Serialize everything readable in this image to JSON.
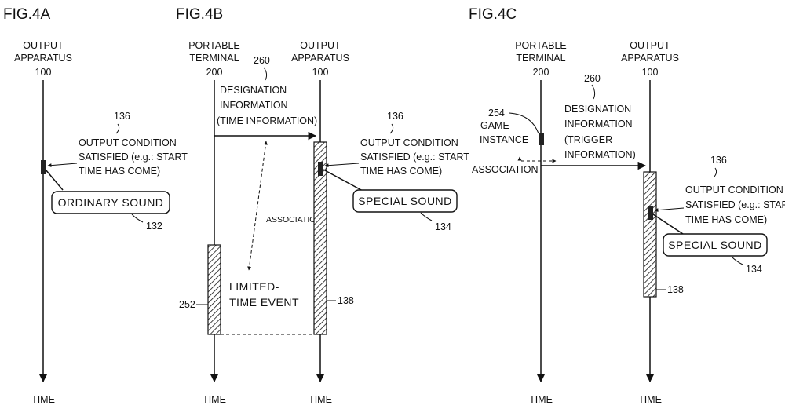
{
  "fig4a": {
    "title": "FIG.4A",
    "output_apparatus": {
      "line1": "OUTPUT",
      "line2": "APPARATUS",
      "ref": "100"
    },
    "condition_ref": "136",
    "condition": {
      "line1": "OUTPUT CONDITION",
      "line2": "SATISFIED (e.g.: START",
      "line3": "TIME HAS COME)"
    },
    "sound_box": "ORDINARY SOUND",
    "sound_ref": "132",
    "time": "TIME"
  },
  "fig4b": {
    "title": "FIG.4B",
    "portable_terminal": {
      "line1": "PORTABLE",
      "line2": "TERMINAL",
      "ref": "200"
    },
    "output_apparatus": {
      "line1": "OUTPUT",
      "line2": "APPARATUS",
      "ref": "100"
    },
    "designation_ref": "260",
    "designation": {
      "line1": "DESIGNATION",
      "line2": "INFORMATION",
      "line3": "(TIME INFORMATION)"
    },
    "association": "ASSOCIATION",
    "condition_ref": "136",
    "condition": {
      "line1": "OUTPUT CONDITION",
      "line2": "SATISFIED (e.g.: START",
      "line3": "TIME HAS COME)"
    },
    "sound_box": "SPECIAL SOUND",
    "sound_ref": "134",
    "event": {
      "line1": "LIMITED-",
      "line2": "TIME EVENT"
    },
    "event_ref": "252",
    "bar_ref": "138",
    "time_left": "TIME",
    "time_right": "TIME"
  },
  "fig4c": {
    "title": "FIG.4C",
    "portable_terminal": {
      "line1": "PORTABLE",
      "line2": "TERMINAL",
      "ref": "200"
    },
    "output_apparatus": {
      "line1": "OUTPUT",
      "line2": "APPARATUS",
      "ref": "100"
    },
    "game_ref": "254",
    "game": {
      "line1": "GAME",
      "line2": "INSTANCE"
    },
    "association": "ASSOCIATION",
    "designation_ref": "260",
    "designation": {
      "line1": "DESIGNATION",
      "line2": "INFORMATION",
      "line3": "(TRIGGER",
      "line4": "INFORMATION)"
    },
    "condition_ref": "136",
    "condition": {
      "line1": "OUTPUT CONDITION",
      "line2": "SATISFIED (e.g.: START",
      "line3": "TIME HAS COME)"
    },
    "sound_box": "SPECIAL SOUND",
    "sound_ref": "134",
    "bar_ref": "138",
    "time_left": "TIME",
    "time_right": "TIME"
  }
}
